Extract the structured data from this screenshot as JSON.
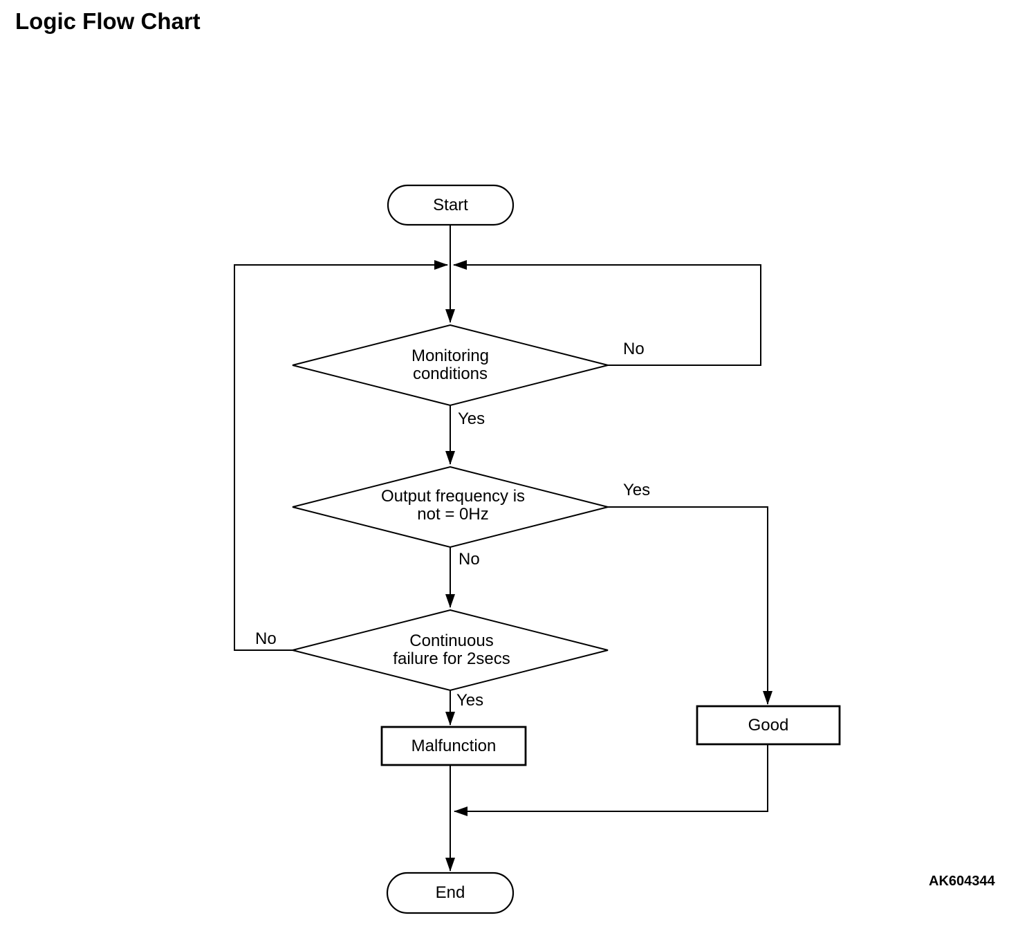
{
  "page": {
    "title": "Logic Flow Chart",
    "figure_code": "AK604344"
  },
  "flowchart": {
    "nodes": {
      "start": {
        "type": "terminator",
        "label": "Start"
      },
      "monitoring": {
        "type": "decision",
        "label": "Monitoring\nconditions"
      },
      "output_frequency": {
        "type": "decision",
        "label": "Output frequency is\nnot = 0Hz"
      },
      "continuous_failure": {
        "type": "decision",
        "label": "Continuous\nfailure for 2secs"
      },
      "malfunction": {
        "type": "process",
        "label": "Malfunction"
      },
      "good": {
        "type": "process",
        "label": "Good"
      },
      "end": {
        "type": "terminator",
        "label": "End"
      }
    },
    "edges": {
      "start_to_monitoring": {
        "from": "start",
        "to": "monitoring",
        "label": ""
      },
      "monitoring_no": {
        "from": "monitoring",
        "to": "loop_junction",
        "label": "No"
      },
      "monitoring_yes": {
        "from": "monitoring",
        "to": "output_frequency",
        "label": "Yes"
      },
      "output_yes": {
        "from": "output_frequency",
        "to": "good",
        "label": "Yes"
      },
      "output_no": {
        "from": "output_frequency",
        "to": "continuous_failure",
        "label": "No"
      },
      "failure_no": {
        "from": "continuous_failure",
        "to": "loop_junction",
        "label": "No"
      },
      "failure_yes": {
        "from": "continuous_failure",
        "to": "malfunction",
        "label": "Yes"
      },
      "malfunction_to_end": {
        "from": "malfunction",
        "to": "end",
        "label": ""
      },
      "good_to_end": {
        "from": "good",
        "to": "end",
        "label": ""
      }
    },
    "colors": {
      "ink": "#000000",
      "background": "#ffffff"
    }
  }
}
